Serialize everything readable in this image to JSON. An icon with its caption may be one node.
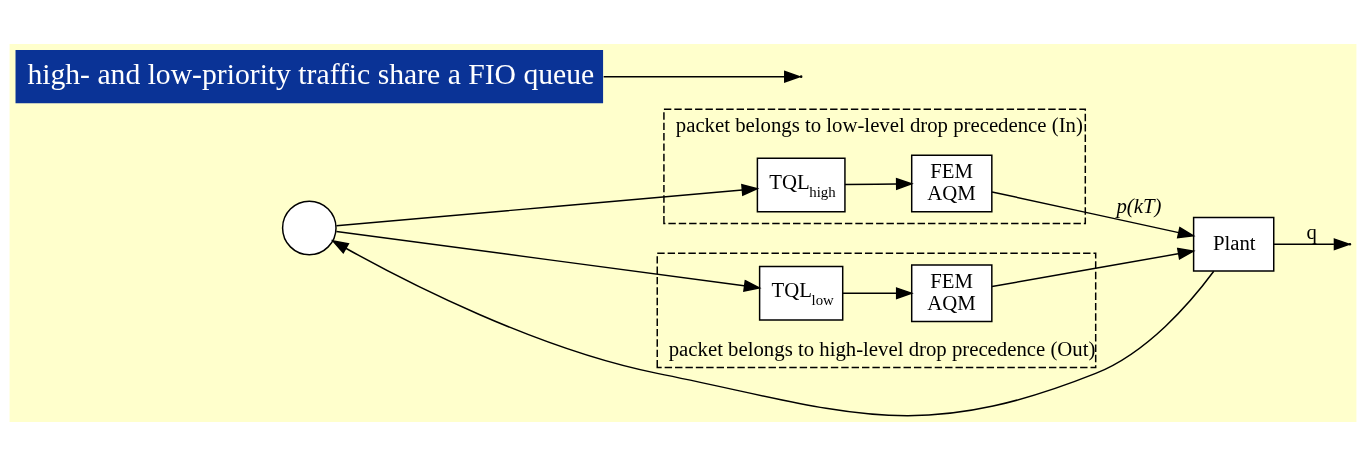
{
  "diagram": {
    "nodes": [
      {
        "text": [],
        "shape": "circle"
      },
      {
        "text": [
          "packet belongs to low-level drop precedence (In)"
        ]
      },
      {
        "text": [
          "TQL$_{high}$"
        ],
        "in": 1
      },
      {
        "text": [
          "FEM",
          "AQM"
        ],
        "in": 1
      },
      {
        "text": [
          "packet belongs to high-level drop precedence (Out)"
        ]
      },
      {
        "text": [
          "TQL$_{low}$"
        ],
        "in": 4
      },
      {
        "text": [
          "FEM",
          "AQM"
        ],
        "in": 4
      },
      {
        "text": [
          "Plant"
        ]
      },
      {
        "text": [
          "high- and low-priority traffic share a FIO queue"
        ]
      }
    ],
    "edges": [
      {
        "from": 0,
        "to": 2,
        "arrow": "to"
      },
      {
        "from": 0,
        "to": 5,
        "arrow": "to"
      },
      {
        "from": 2,
        "to": 3,
        "arrow": "to"
      },
      {
        "from": 5,
        "to": 6,
        "arrow": "to"
      },
      {
        "from": 3,
        "to": 7,
        "arrow": "to",
        "label": "p(kT)"
      },
      {
        "from": 6,
        "to": 7,
        "arrow": "to"
      },
      {
        "from": 7,
        "to": null,
        "arrow": "to",
        "label": "q"
      },
      {
        "from": 7,
        "to": 0,
        "arrow": "to"
      },
      {
        "from": 8,
        "to": null,
        "arrow": "to"
      }
    ]
  }
}
